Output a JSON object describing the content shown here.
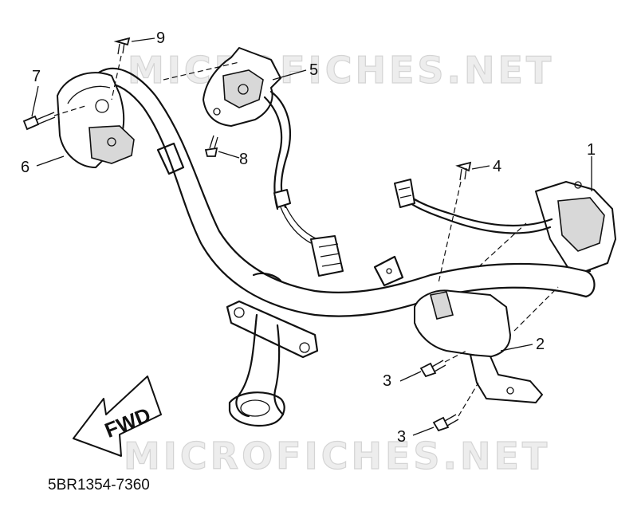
{
  "watermark": "MICROFICHES.NET",
  "reference_code": "5BR1354-7360",
  "direction_label": "FWD",
  "callouts": [
    "1",
    "2",
    "3",
    "3",
    "4",
    "5",
    "6",
    "7",
    "8",
    "9"
  ]
}
